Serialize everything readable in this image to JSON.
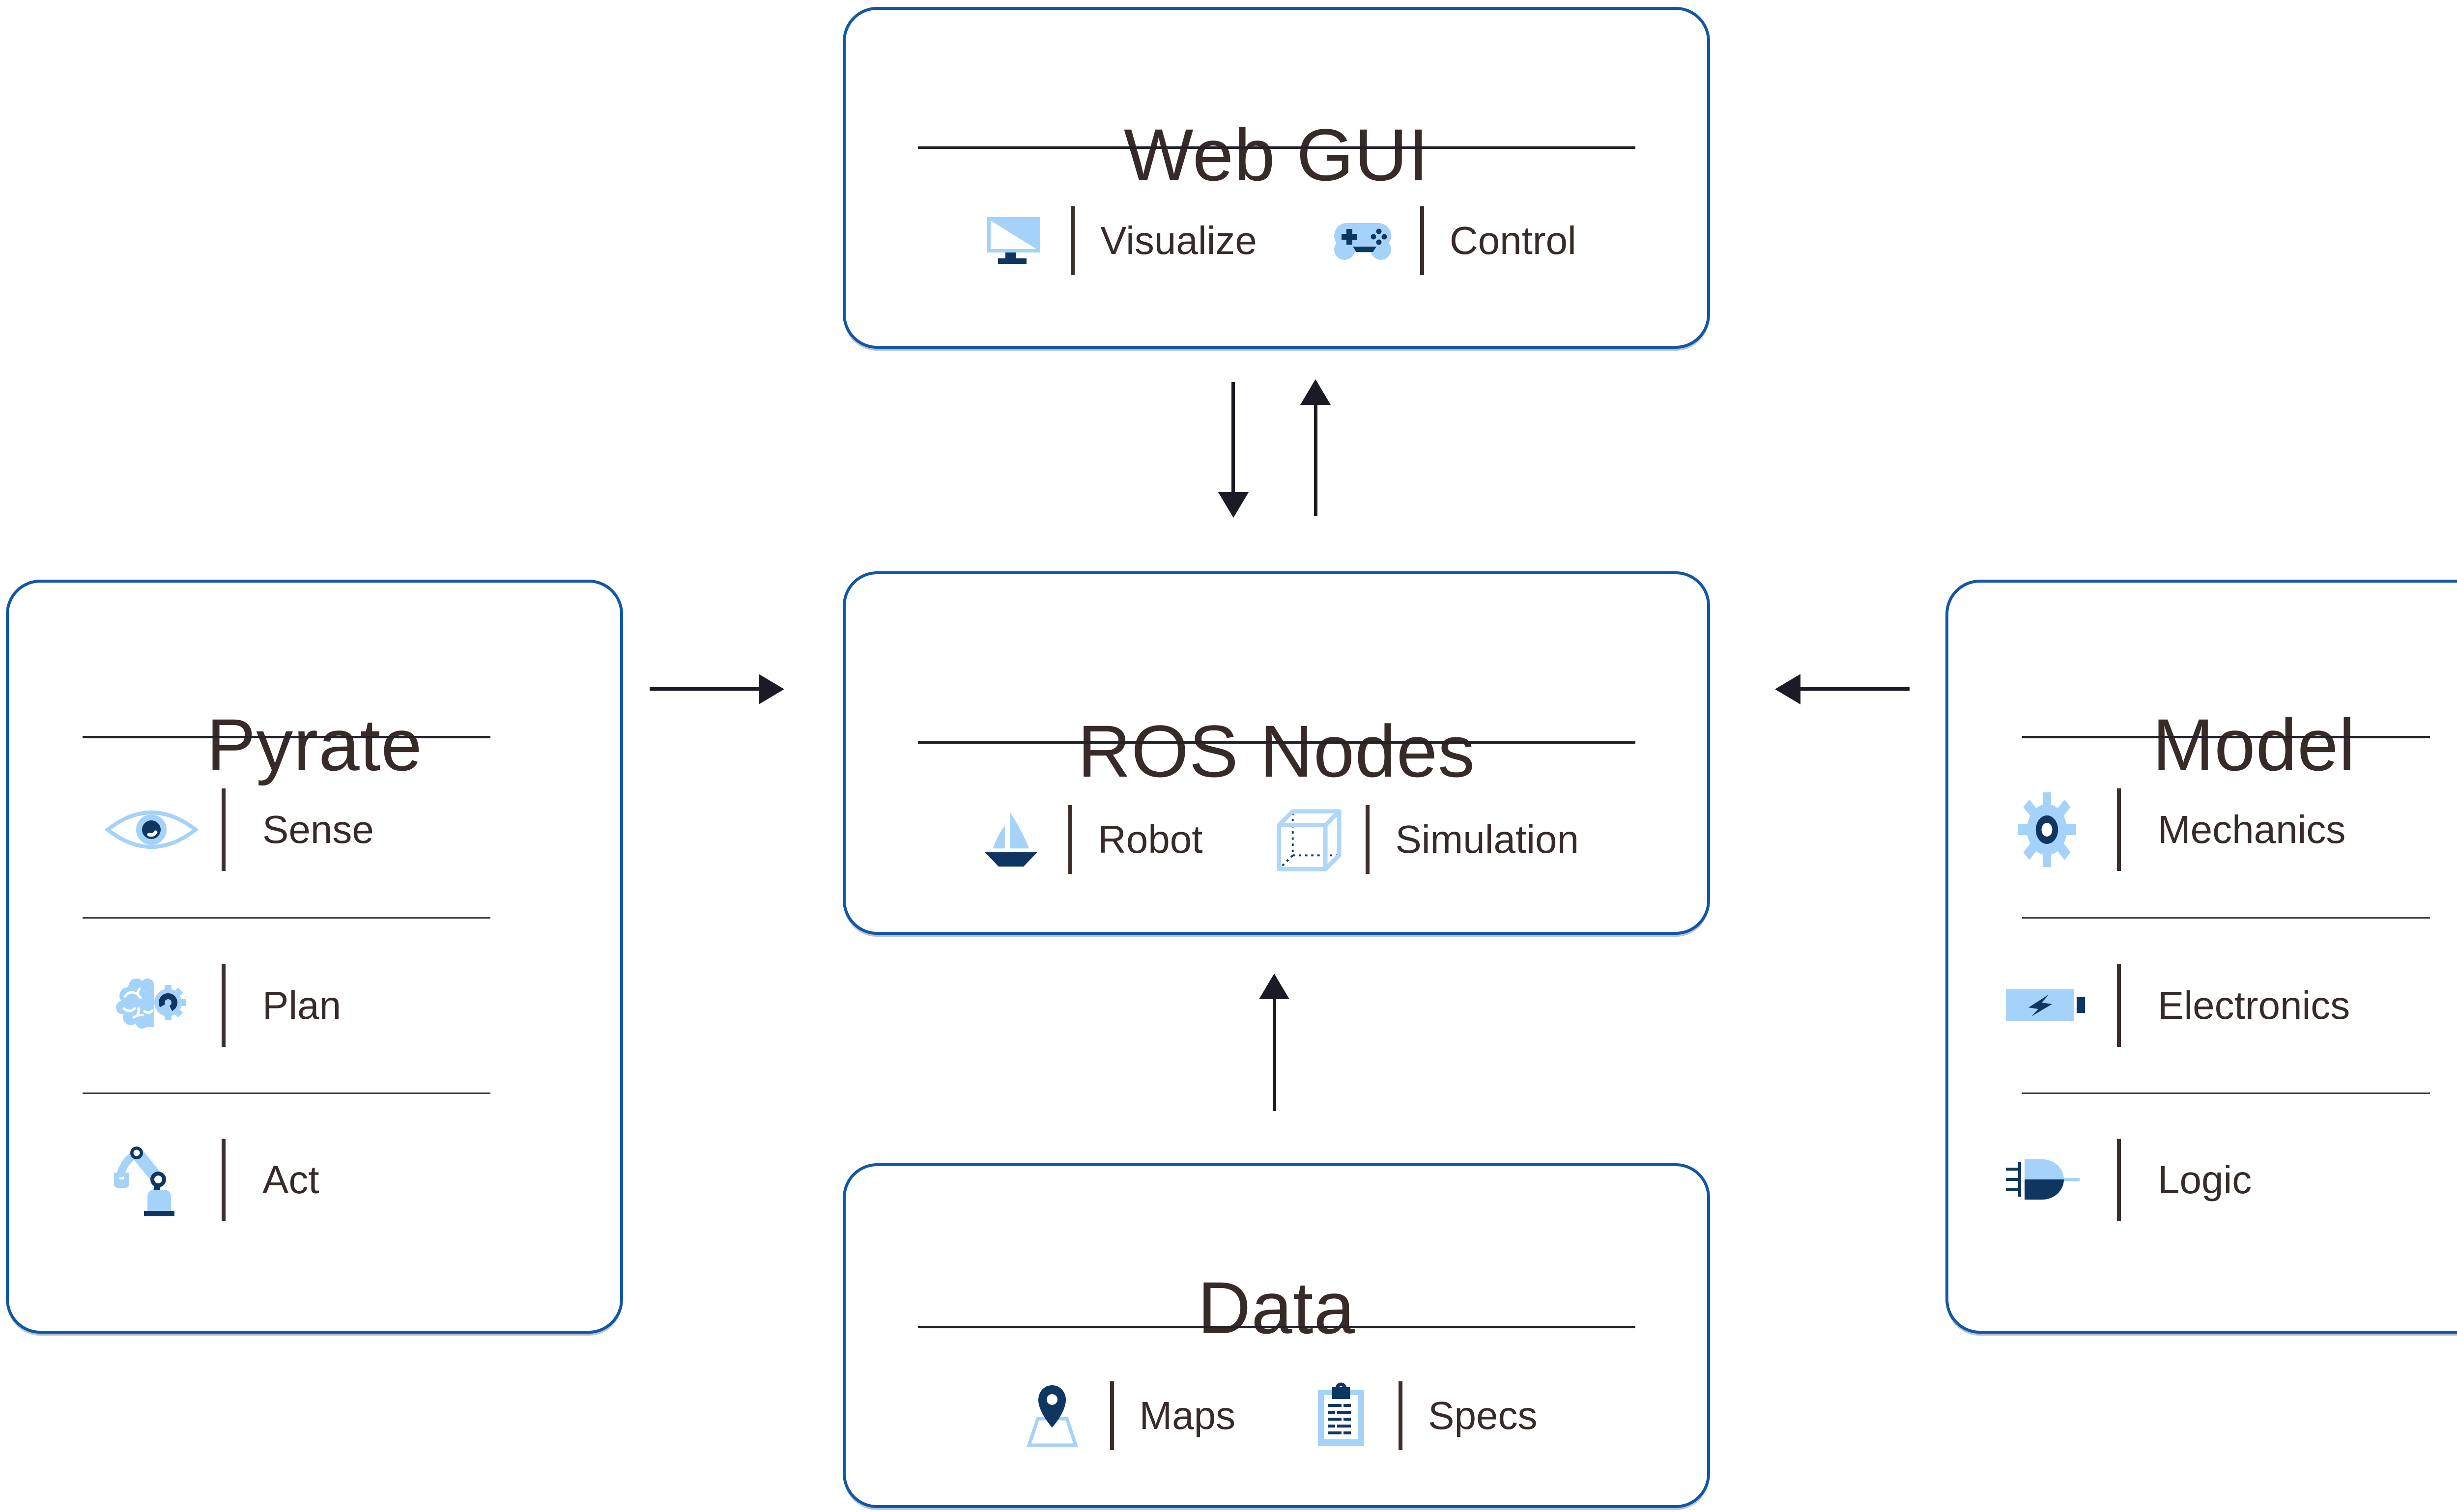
{
  "diagram": {
    "background": "#ffffff",
    "colors": {
      "box_border_blue": "#1257a6",
      "icon_light_blue": "#a5d2f8",
      "icon_navy": "#0e3660",
      "text": "#362b28",
      "divider": "#232127",
      "row_separator": "#454041",
      "arrow": "#1b1b26"
    },
    "boxes": {
      "web_gui": {
        "title": "Web GUI",
        "items": [
          {
            "icon": "monitor-icon",
            "label": "Visualize"
          },
          {
            "icon": "gamepad-icon",
            "label": "Control"
          }
        ]
      },
      "ros_nodes": {
        "title": "ROS Nodes",
        "items": [
          {
            "icon": "sailboat-icon",
            "label": "Robot"
          },
          {
            "icon": "cube-icon",
            "label": "Simulation"
          }
        ]
      },
      "pyrate": {
        "title": "Pyrate",
        "items": [
          {
            "icon": "eye-icon",
            "label": "Sense"
          },
          {
            "icon": "brain-gear-icon",
            "label": "Plan"
          },
          {
            "icon": "robot-arm-icon",
            "label": "Act"
          }
        ]
      },
      "model": {
        "title": "Model",
        "items": [
          {
            "icon": "gear-icon",
            "label": "Mechanics"
          },
          {
            "icon": "battery-icon",
            "label": "Electronics"
          },
          {
            "icon": "logic-gate-icon",
            "label": "Logic"
          }
        ]
      },
      "data": {
        "title": "Data",
        "items": [
          {
            "icon": "map-pin-icon",
            "label": "Maps"
          },
          {
            "icon": "clipboard-icon",
            "label": "Specs"
          }
        ]
      }
    },
    "arrows": [
      {
        "name": "webgui-to-rosnodes",
        "direction": "down"
      },
      {
        "name": "rosnodes-to-webgui",
        "direction": "up"
      },
      {
        "name": "pyrate-to-rosnodes",
        "direction": "right"
      },
      {
        "name": "model-to-rosnodes",
        "direction": "left"
      },
      {
        "name": "data-to-rosnodes",
        "direction": "up"
      }
    ]
  }
}
